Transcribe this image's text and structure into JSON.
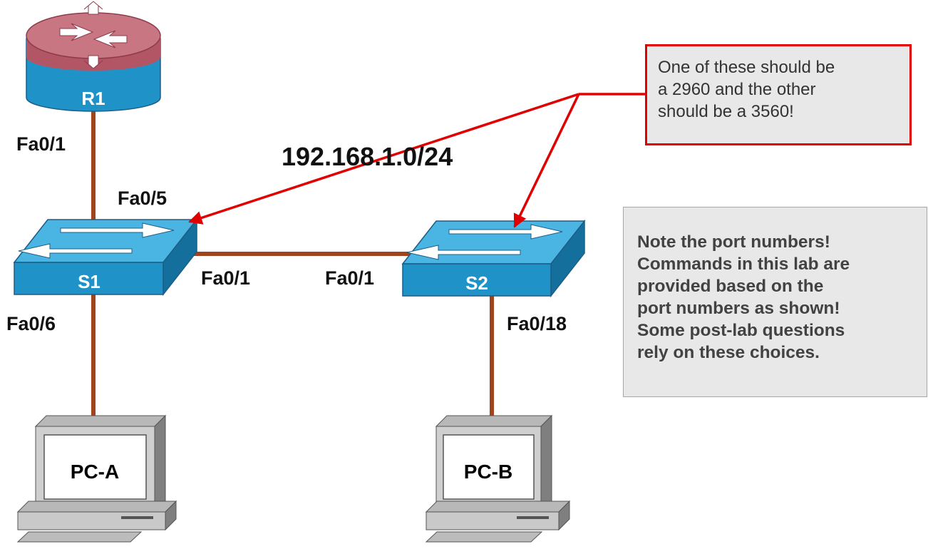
{
  "colors": {
    "link": "#a0441e",
    "arrow": "#e00000",
    "device_blue": "#1f93c8",
    "router_top": "#b25666",
    "note_fill": "#e8e8e8"
  },
  "devices": {
    "r1": {
      "label": "R1",
      "icon": "router-icon"
    },
    "s1": {
      "label": "S1",
      "icon": "switch-icon"
    },
    "s2": {
      "label": "S2",
      "icon": "switch-icon"
    },
    "pca": {
      "label": "PC-A",
      "icon": "pc-icon"
    },
    "pcb": {
      "label": "PC-B",
      "icon": "pc-icon"
    }
  },
  "ports": {
    "r1_fa01": "Fa0/1",
    "s1_fa05": "Fa0/5",
    "s1_fa01": "Fa0/1",
    "s2_fa01": "Fa0/1",
    "s1_fa06": "Fa0/6",
    "s2_fa018": "Fa0/18"
  },
  "network": "192.168.1.0/24",
  "callout": {
    "lines": [
      "One of these should be",
      "a 2960 and the other",
      "should be a 3560!"
    ]
  },
  "port_note": {
    "lines": [
      "Note the port numbers!",
      "Commands in this lab are",
      "provided based on the",
      "port numbers as shown!",
      "Some post-lab questions",
      "rely on these choices."
    ]
  }
}
